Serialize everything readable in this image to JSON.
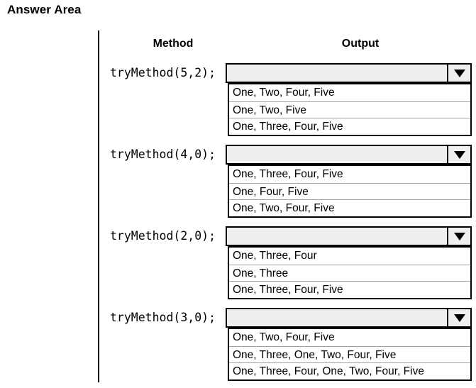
{
  "title": "Answer Area",
  "table": {
    "method_header": "Method",
    "output_header": "Output",
    "rows": [
      {
        "method": "tryMethod(5,2);",
        "selected": "",
        "options": [
          "One, Two, Four, Five",
          "One, Two, Five",
          "One, Three, Four, Five"
        ]
      },
      {
        "method": "tryMethod(4,0);",
        "selected": "",
        "options": [
          "One, Three, Four, Five",
          "One, Four, Five",
          "One, Two, Four, Five"
        ]
      },
      {
        "method": "tryMethod(2,0);",
        "selected": "",
        "options": [
          "One, Three, Four",
          "One, Three",
          "One, Three, Four, Five"
        ]
      },
      {
        "method": "tryMethod(3,0);",
        "selected": "",
        "options": [
          "One, Two, Four, Five",
          "One, Three, One, Two, Four, Five",
          "One, Three, Four, One, Two, Four, Five"
        ]
      }
    ]
  },
  "colors": {
    "background": "#ffffff",
    "ink": "#000000",
    "combo_fill": "#efefef",
    "separator": "#a0a0a0"
  }
}
